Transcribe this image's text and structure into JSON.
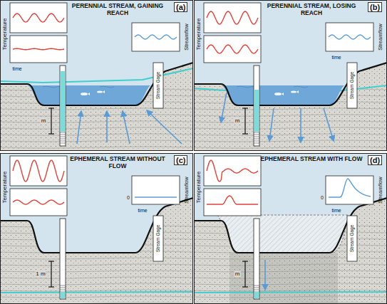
{
  "diagram": {
    "nodes": [
      {
        "text": [
          "PERENNIAL STREAM, GAINING REACH",
          "(a)"
        ]
      },
      {
        "text": [
          "PERENNIAL STREAM, LOSING REACH",
          "(b)"
        ]
      },
      {
        "text": [
          "EPHEMERAL STREAM WITHOUT FLOW",
          "(c)"
        ]
      },
      {
        "text": [
          "EPHEMERAL STREAM WITH FLOW",
          "(d)"
        ]
      }
    ],
    "labels": [
      "Temperature",
      "time",
      "Streamflow",
      "m",
      "Stream Gage",
      "Temperature",
      "Streamflow",
      "time",
      "m",
      "Stream Gage",
      "Temperature",
      "Streamflow",
      "0",
      "time",
      "1 m",
      "Stream Gage",
      "Temperature",
      "Streamflow",
      "0",
      "time",
      "m",
      "Stream Gage"
    ]
  }
}
